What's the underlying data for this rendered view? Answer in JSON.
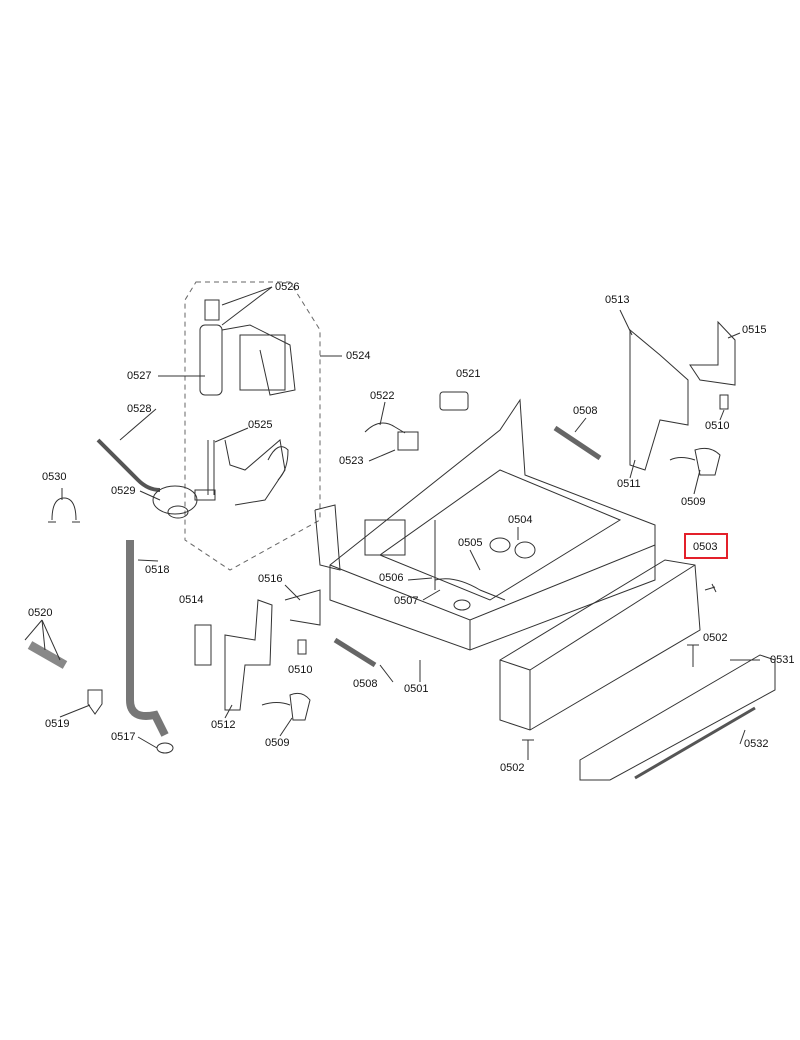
{
  "diagram": {
    "highlight_color": "#e3202a",
    "highlighted_part": "0503",
    "labels": {
      "p0526": "0526",
      "p0524": "0524",
      "p0527": "0527",
      "p0528": "0528",
      "p0525": "0525",
      "p0530": "0530",
      "p0529": "0529",
      "p0522": "0522",
      "p0521": "0521",
      "p0523": "0523",
      "p0513": "0513",
      "p0515": "0515",
      "p0508a": "0508",
      "p0510a": "0510",
      "p0511": "0511",
      "p0509a": "0509",
      "p0504": "0504",
      "p0505": "0505",
      "p0503": "0503",
      "p0518": "0518",
      "p0506": "0506",
      "p0507": "0507",
      "p0516": "0516",
      "p0514": "0514",
      "p0520": "0520",
      "p0502a": "0502",
      "p0531": "0531",
      "p0510b": "0510",
      "p0508b": "0508",
      "p0501": "0501",
      "p0519": "0519",
      "p0512": "0512",
      "p0517": "0517",
      "p0509b": "0509",
      "p0532": "0532",
      "p0502b": "0502"
    }
  }
}
